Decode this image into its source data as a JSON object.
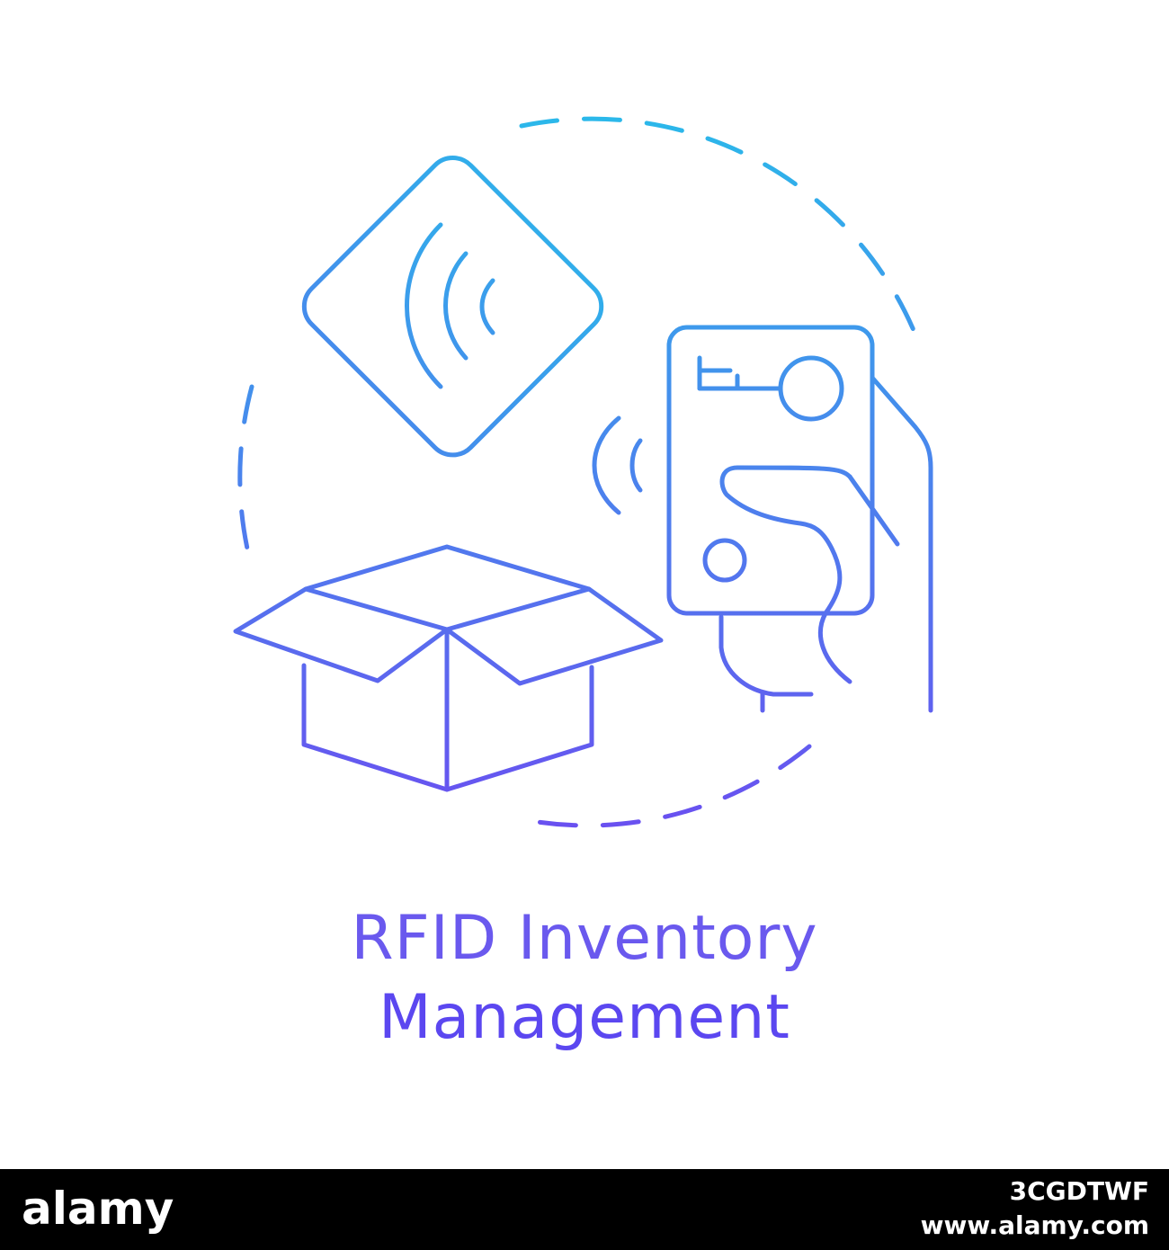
{
  "caption": {
    "line1": "RFID Inventory",
    "line2": "Management"
  },
  "footer": {
    "logo": "alamy",
    "image_id": "3CGDTWF",
    "site": "www.alamy.com"
  },
  "colors": {
    "gradient_top": "#2bb8ea",
    "gradient_bottom": "#6a4ff0",
    "caption_top": "#6a59ee",
    "caption_bottom": "#5b47f0",
    "footer_bg": "#000000",
    "page_bg": "#ffffff"
  },
  "icons": {
    "tag": "rfid-tag-icon",
    "box": "open-box-icon",
    "scanner": "rfid-scanner-icon",
    "hand": "hand-icon",
    "ring": "dashed-ring"
  }
}
